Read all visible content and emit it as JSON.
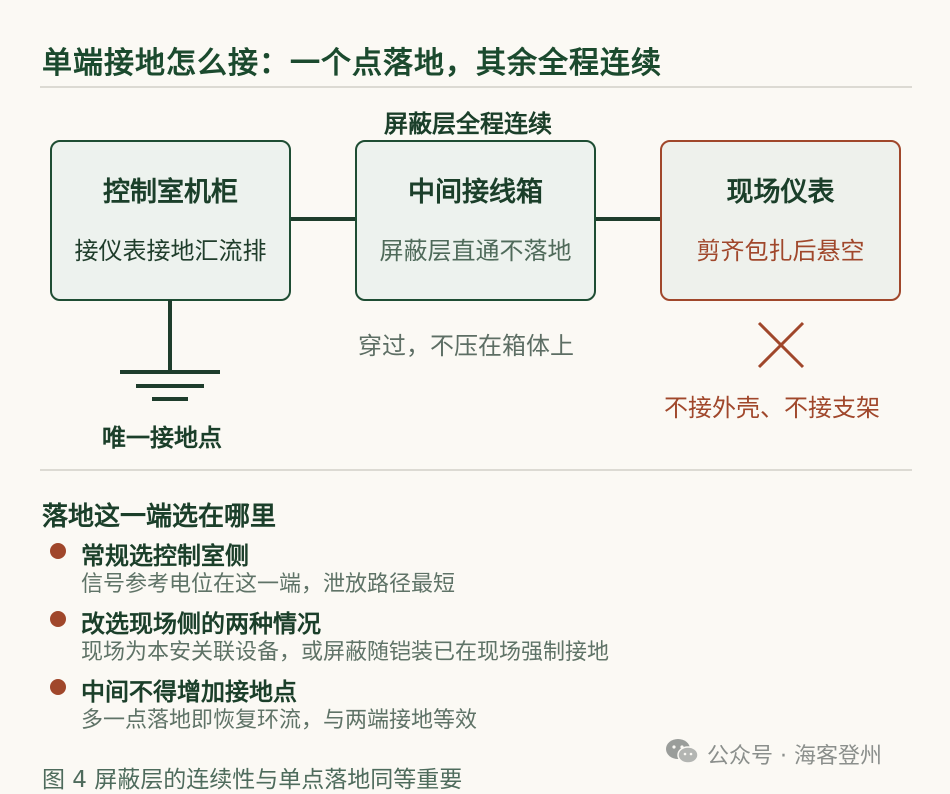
{
  "title": "单端接地怎么接：一个点落地，其余全程连续",
  "diagram": {
    "top_label": "屏蔽层全程连续",
    "boxes": [
      {
        "title": "控制室机柜",
        "subtitle": "接仪表接地汇流排"
      },
      {
        "title": "中间接线箱",
        "subtitle": "屏蔽层直通不落地"
      },
      {
        "title": "现场仪表",
        "subtitle": "剪齐包扎后悬空"
      }
    ],
    "ground_label": "唯一接地点",
    "middle_note": "穿过，不压在箱体上",
    "field_note": "不接外壳、不接支架",
    "colors": {
      "accent_green": "#1e4d33",
      "accent_red": "#a0472b"
    }
  },
  "section": {
    "title": "落地这一端选在哪里",
    "items": [
      {
        "head": "常规选控制室侧",
        "sub": "信号参考电位在这一端，泄放路径最短"
      },
      {
        "head": "改选现场侧的两种情况",
        "sub": "现场为本安关联设备，或屏蔽随铠装已在现场强制接地"
      },
      {
        "head": "中间不得增加接地点",
        "sub": "多一点落地即恢复环流，与两端接地等效"
      }
    ]
  },
  "watermark": "公众号 · 海客登州",
  "caption": "图 4  屏蔽层的连续性与单点落地同等重要"
}
